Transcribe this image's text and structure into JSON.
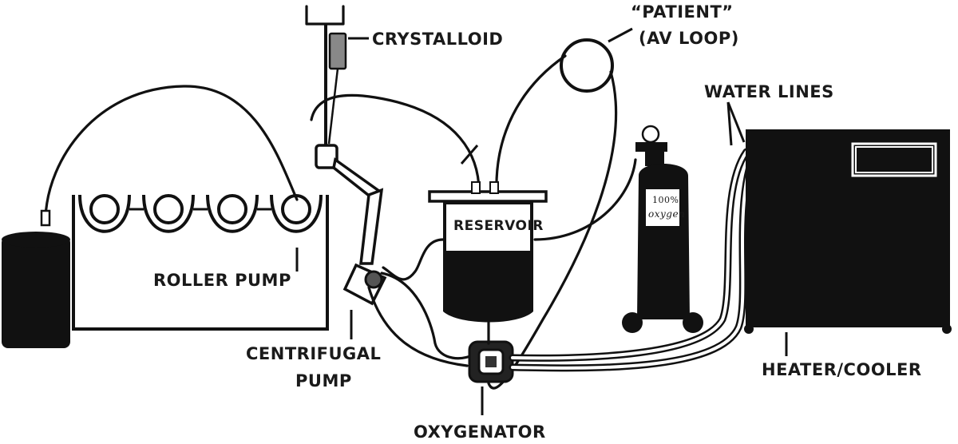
{
  "labels": {
    "crystalloid": "CRYSTALLOID",
    "patient_line1": "“PATIENT”",
    "patient_line2": "(AV LOOP)",
    "water_lines": "WATER LINES",
    "reservoir": "RESERVOIR",
    "oxygen_line1": "100%",
    "oxygen_line2": "oxygen",
    "roller_pump": "ROLLER PUMP",
    "centrifugal_line1": "CENTRIFUGAL",
    "centrifugal_line2": "PUMP",
    "oxygenator": "OXYGENATOR",
    "heater_cooler": "HEATER/COOLER"
  }
}
